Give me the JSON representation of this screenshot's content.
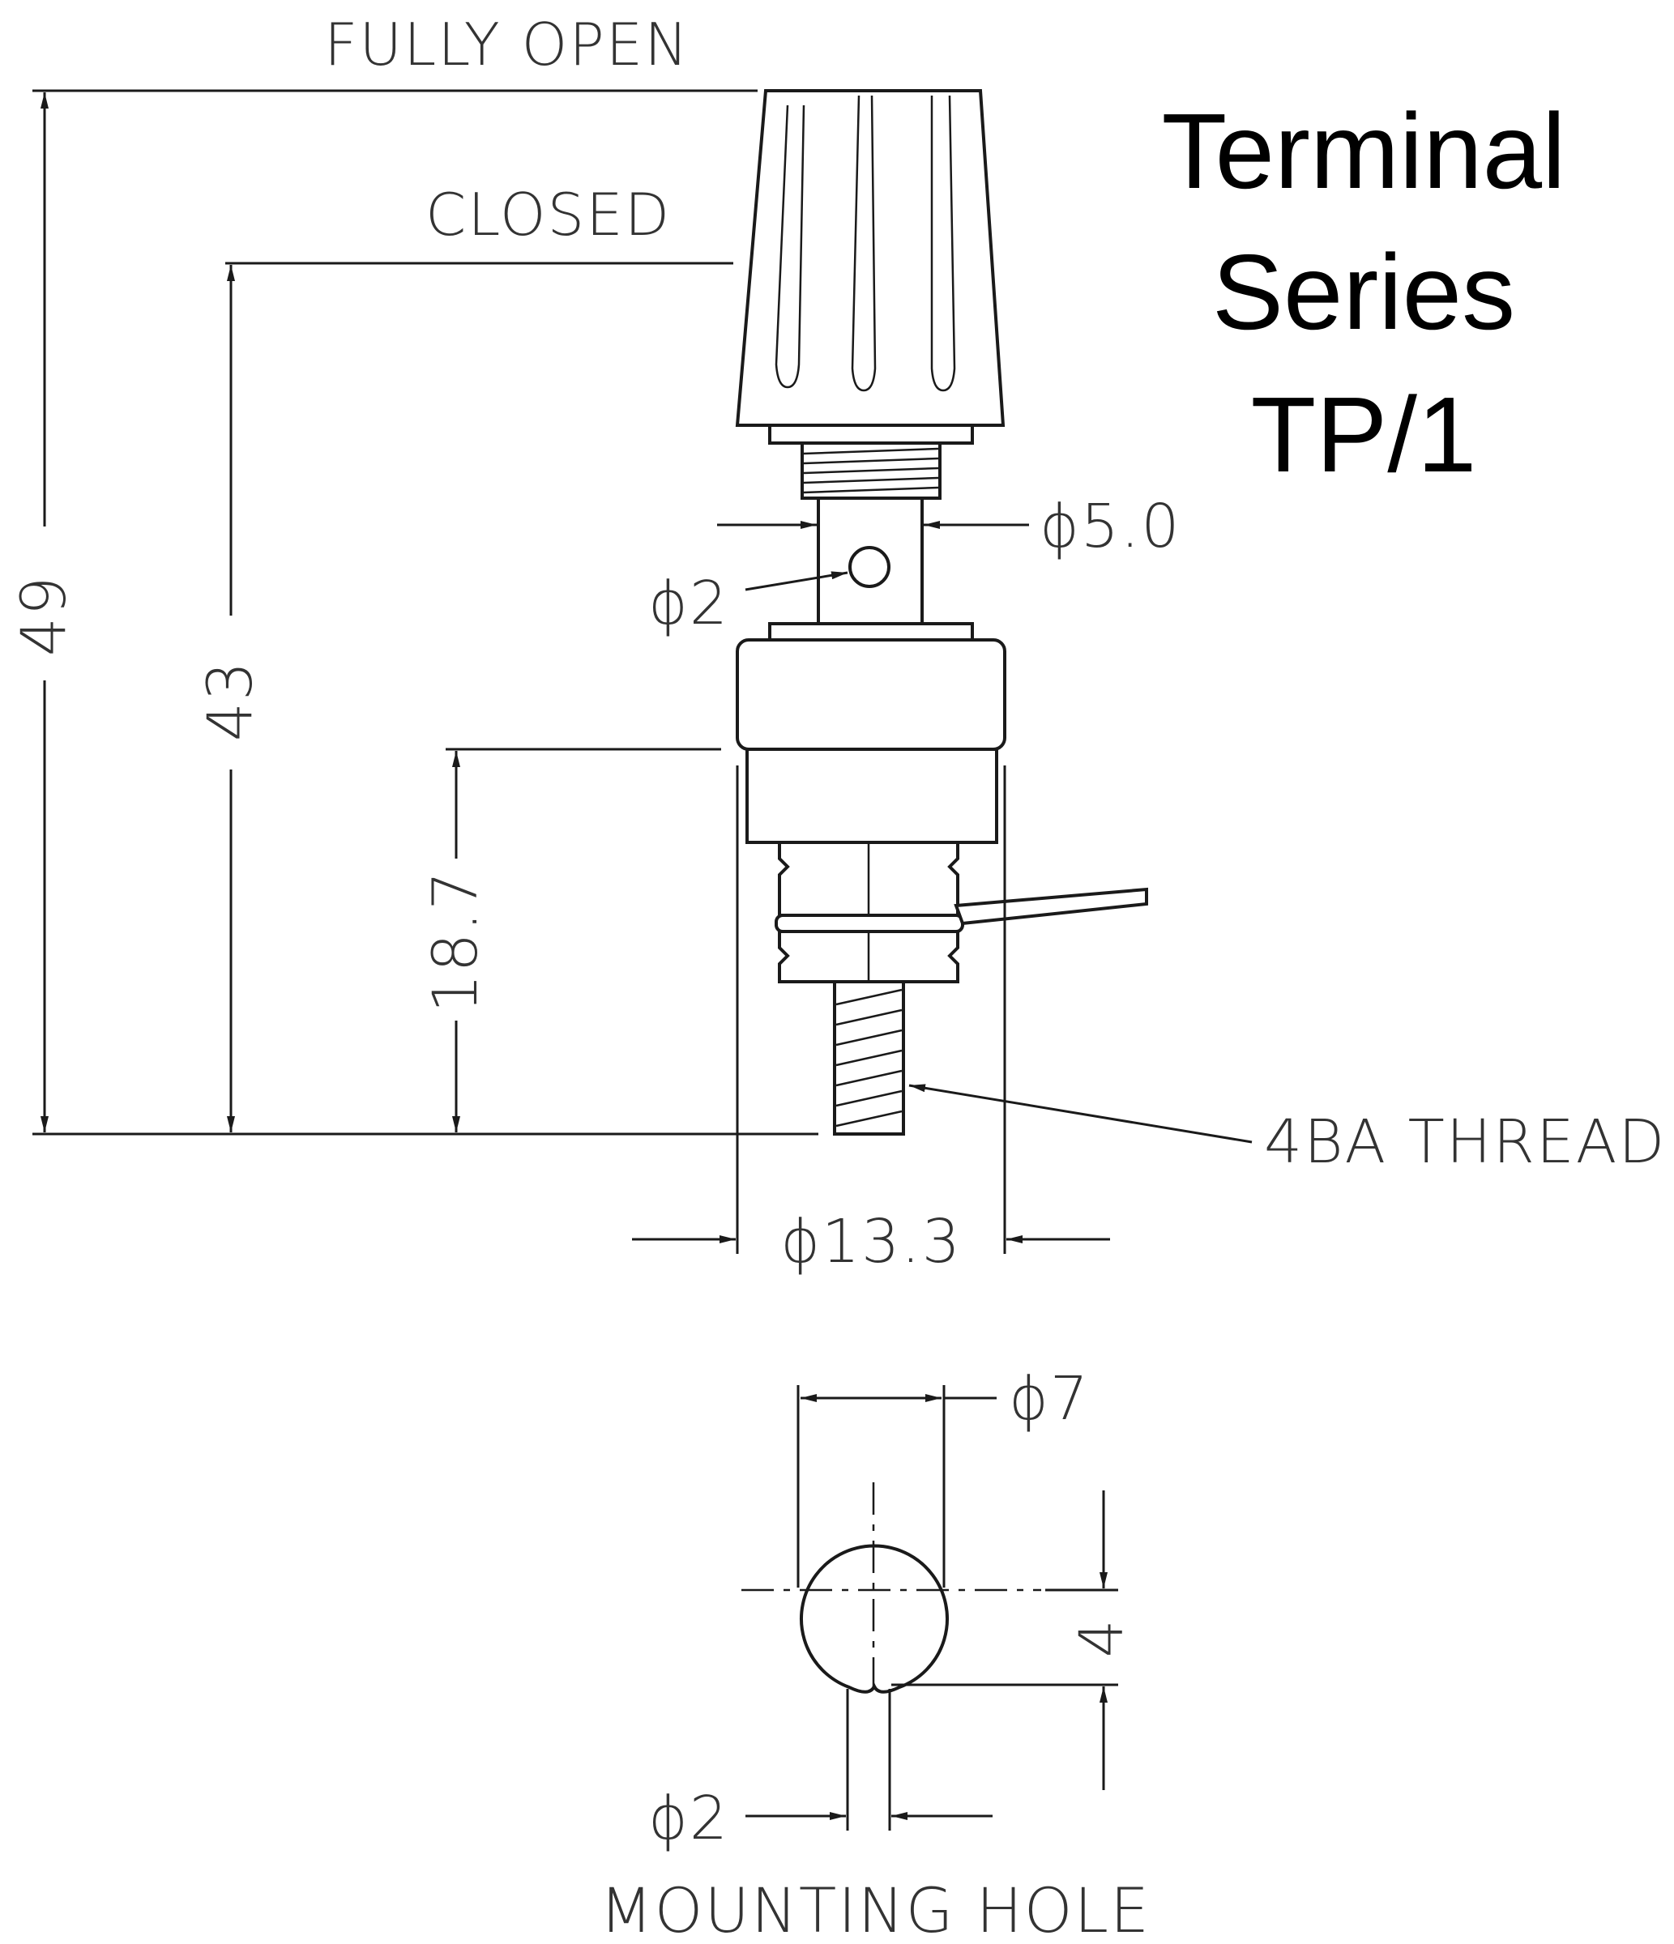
{
  "title": {
    "line1": "Terminal",
    "line2": "Series",
    "line3": "TP/1"
  },
  "labels": {
    "fully_open": "FULLY OPEN",
    "closed": "CLOSED",
    "dim_49": "49",
    "dim_43": "43",
    "dim_18_7": "18.7",
    "dia_5_0": "ϕ5.0",
    "dia_2_hole": "ϕ2",
    "thread": "4BA THREAD",
    "dia_13_3": "ϕ13.3",
    "dia_7": "ϕ7",
    "dim_4": "4",
    "dia_2_mount": "ϕ2",
    "mounting_hole": "MOUNTING HOLE"
  }
}
